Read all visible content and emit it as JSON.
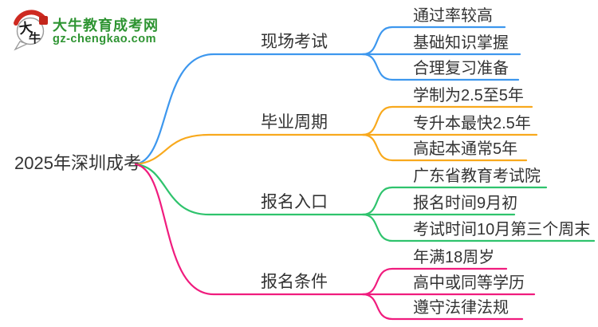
{
  "logo": {
    "title": "大牛教育成考网",
    "subtitle": "gz-chengkao.com",
    "color": "#2E9432",
    "seal_color": "#C3251B",
    "icon_chars": {
      "top": "大",
      "bottom": "牛"
    }
  },
  "mindmap": {
    "root": "2025年深圳成考",
    "root_color": "#333333",
    "branches": [
      {
        "label": "现场考试",
        "color": "#3D97EE",
        "children": [
          "通过率较高",
          "基础知识掌握",
          "合理复习准备"
        ]
      },
      {
        "label": "毕业周期",
        "color": "#F8A91D",
        "children": [
          "学制为2.5至5年",
          "专升本最快2.5年",
          "高起本通常5年"
        ]
      },
      {
        "label": "报名入口",
        "color": "#2FC36D",
        "children": [
          "广东省教育考试院",
          "报名时间9月初",
          "考试时间10月第三个周末"
        ]
      },
      {
        "label": "报名条件",
        "color": "#F01C7E",
        "children": [
          "年满18周岁",
          "高中或同等学历",
          "遵守法律法规"
        ]
      }
    ]
  }
}
